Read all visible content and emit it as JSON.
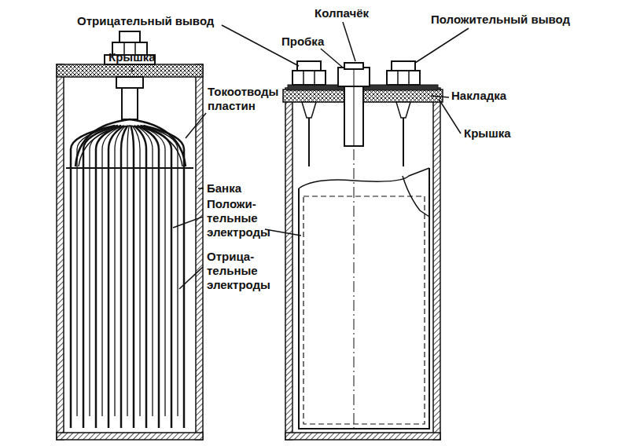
{
  "diagram": {
    "labels": [
      "Отрицательный вывод",
      "Колпачёк",
      "Положительный вывод",
      "Пробка",
      "Крышка",
      "Накладка",
      "Токоотводы пластин",
      "Крышка",
      "Банка",
      "Положи- тельные электроды",
      "Отрица- тельные электроды"
    ]
  }
}
